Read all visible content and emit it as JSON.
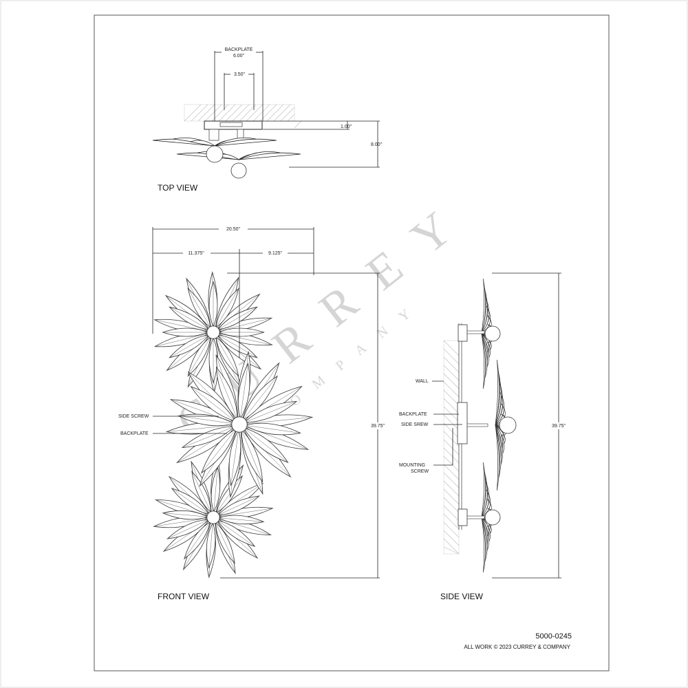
{
  "top_view": {
    "title": "TOP VIEW",
    "backplate_label": "BACKPLATE",
    "backplate_width": "6.00\"",
    "screw_spacing": "3.50\"",
    "backplate_depth": "1.00\"",
    "overall_depth": "8.00\""
  },
  "front_view": {
    "title": "FRONT VIEW",
    "overall_width": "20.50\"",
    "left_offset": "11.375\"",
    "right_offset": "9.125\"",
    "overall_height": "39.75\"",
    "side_screw_label": "SIDE SCREW",
    "backplate_label": "BACKPLATE"
  },
  "side_view": {
    "title": "SIDE VIEW",
    "wall_label": "WALL",
    "backplate_label": "BACKPLATE",
    "side_screw_label": "SIDE SREW",
    "mounting_screw_label_1": "MOUNTING",
    "mounting_screw_label_2": "SCREW",
    "overall_height": "39.75\""
  },
  "footer": {
    "part_number": "5000-0245",
    "copyright": "ALL WORK © 2023 CURREY & COMPANY"
  },
  "watermark": {
    "brand": "CURREY",
    "sub": "& COMPANY"
  }
}
